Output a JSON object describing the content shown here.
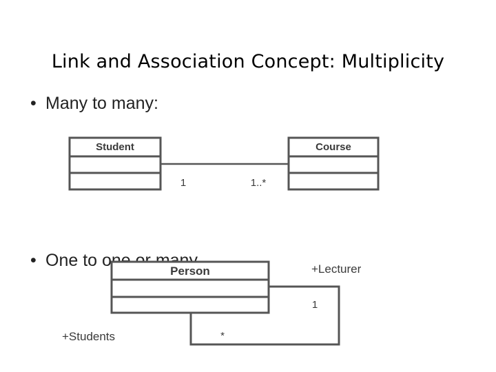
{
  "slide": {
    "title": "Link and Association Concept: Multiplicity",
    "bullet1": "Many to many:",
    "bullet2": "One to one or many",
    "bullet_symbol": "•"
  },
  "diagram1": {
    "class_left": "Student",
    "class_right": "Course",
    "mult_left": "1",
    "mult_right": "1..*"
  },
  "diagram2": {
    "class": "Person",
    "role_top": "+Lecturer",
    "role_bottom": "+Students",
    "mult_top": "1",
    "mult_bottom": "*"
  }
}
